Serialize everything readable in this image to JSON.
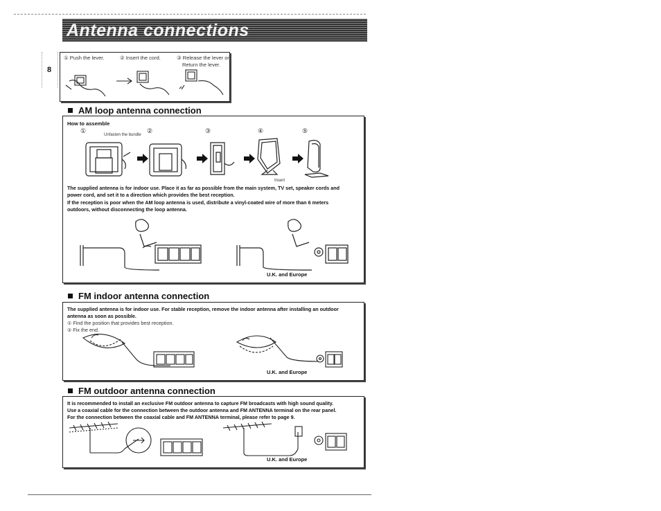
{
  "header": {
    "title": "Antenna connections",
    "page_number": "8"
  },
  "lever_steps": {
    "step1": "① Push the lever.",
    "step2": "② Insert the cord.",
    "step3_line1": "③ Release the lever or",
    "step3_line2": "Return the lever."
  },
  "am_section": {
    "heading": "AM loop antenna connection",
    "how_to": "How to assemble",
    "step_numbers": [
      "①",
      "②",
      "③",
      "④",
      "⑤"
    ],
    "unfasten_label": "Unfasten the bundle",
    "insert_label": "Insert",
    "para_line1": "The supplied antenna is for indoor use. Place it as far as possible from the main system, TV set, speaker cords and",
    "para_line2": "power cord, and set it to a direction which provides the best reception.",
    "para_line3": "If the reception is poor when the AM loop antenna is used, distribute a vinyl-coated wire of more than 6 meters",
    "para_line4": "outdoors, without disconnecting the loop antenna.",
    "caption": "U.K. and Europe"
  },
  "fm_indoor_section": {
    "heading": "FM indoor antenna connection",
    "para_line1": "The supplied antenna is for indoor use. For stable reception, remove the indoor antenna after installing an outdoor",
    "para_line2": "antenna as soon as possible.",
    "step1": "① Find the position that provides best reception.",
    "step2": "② Fix the end.",
    "caption": "U.K. and Europe"
  },
  "fm_outdoor_section": {
    "heading": "FM outdoor antenna connection",
    "para_line1": "It is recommended to install an exclusive FM outdoor antenna to capture FM broadcasts with high sound quality.",
    "para_line2": "Use a coaxial cable for the connection between the outdoor antenna and FM ANTENNA terminal on the rear panel.",
    "para_line3": "For the connection between the coaxial cable and FM ANTENNA terminal, please refer to page 9.",
    "caption": "U.K. and Europe"
  }
}
